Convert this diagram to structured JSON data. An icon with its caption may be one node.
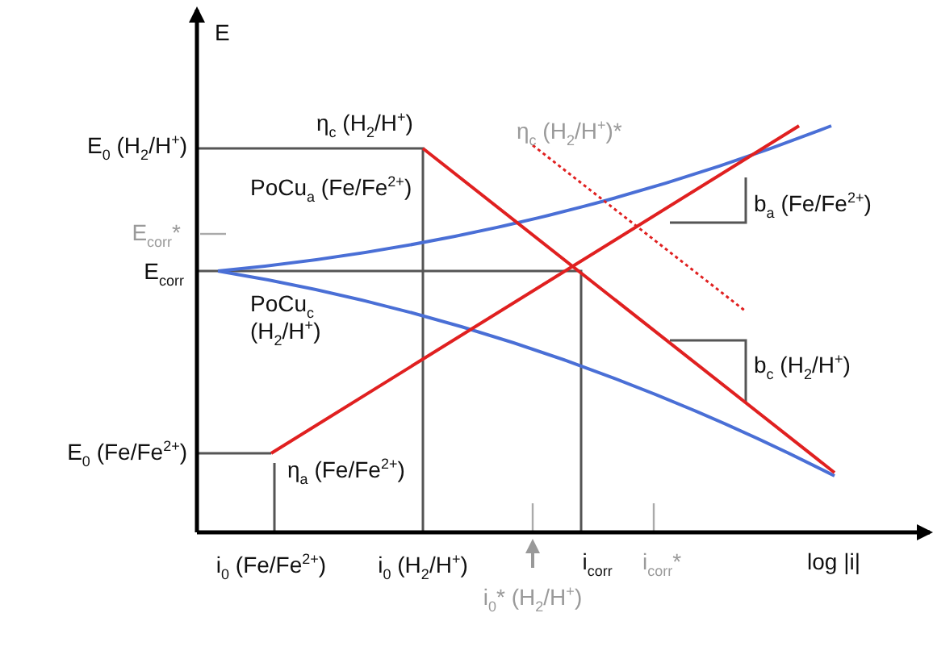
{
  "diagram": {
    "labels": [
      "E",
      "η$_{c}$ (H$_{2}$/H$^{+}$)",
      "η$_{c}$ (H$_{2}$/H$^{+}$)*",
      "E$_{0}$ (H$_{2}$/H$^{+}$)",
      "PoCu$_{a}$ (Fe/Fe$^{2+}$)",
      "E$_{corr}$*",
      "b$_{a}$ (Fe/Fe$^{2+}$)",
      "E$_{corr}$",
      "PoCu$_{c}$ (H$_{2}$/H$^{+}$)",
      "b$_{c}$ (H$_{2}$/H$^{+}$)",
      "E$_{0}$ (Fe/Fe$^{2+}$)",
      "η$_{a}$ (Fe/Fe$^{2+}$)",
      "i$_{0}$ (Fe/Fe$^{2+}$)",
      "i$_{0}$ (H$_{2}$/H$^{+}$)",
      "i$_{0}$* (H$_{2}$/H$^{+}$)",
      "i$_{corr}$",
      "i$_{corr}$*",
      "log |i|"
    ]
  }
}
